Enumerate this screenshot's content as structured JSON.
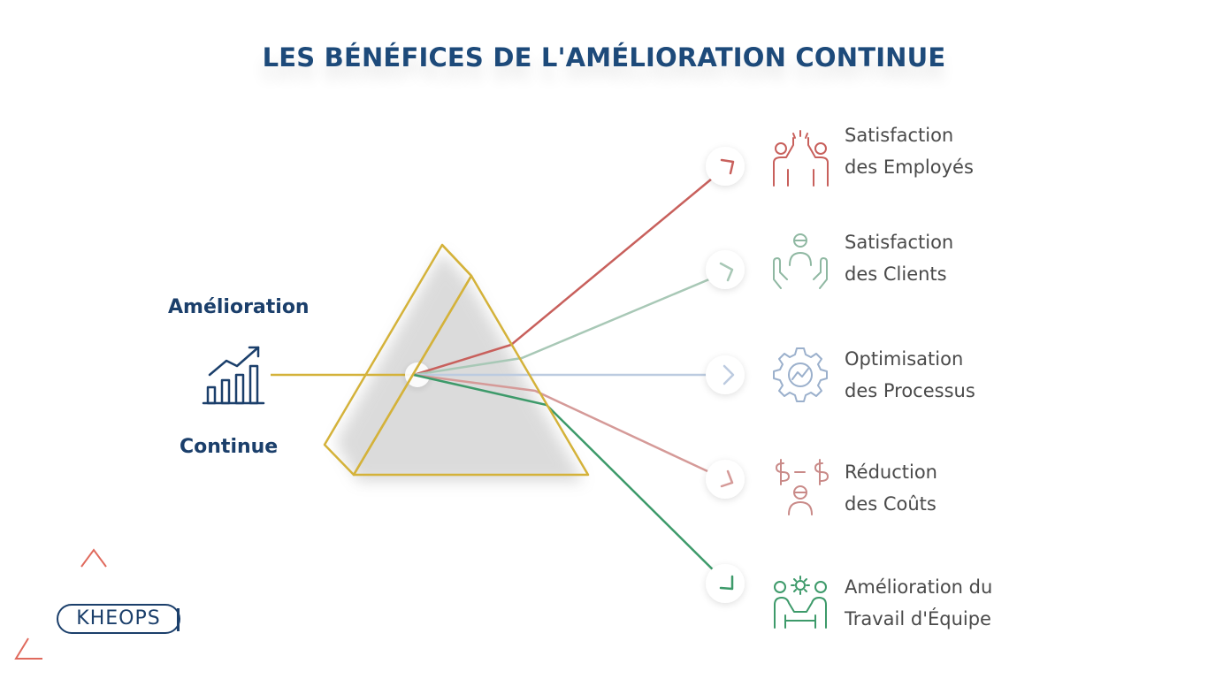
{
  "title": "LES BÉNÉFICES DE L'AMÉLIORATION CONTINUE",
  "input_label_top": "Amélioration",
  "input_label_bottom": "Continue",
  "benefits": [
    {
      "line1": "Satisfaction",
      "line2": "des Employés",
      "icon": "high-five-icon",
      "color": "#c8605c"
    },
    {
      "line1": "Satisfaction",
      "line2": "des Clients",
      "icon": "customer-care-icon",
      "color": "#8fb8a2"
    },
    {
      "line1": "Optimisation",
      "line2": "des Processus",
      "icon": "process-gear-icon",
      "color": "#9bb0cc"
    },
    {
      "line1": "Réduction",
      "line2": "des Coûts",
      "icon": "cost-reduction-icon",
      "color": "#c98a88"
    },
    {
      "line1": "Amélioration du",
      "line2": "Travail d'Équipe",
      "icon": "teamwork-icon",
      "color": "#3d9a6a"
    }
  ],
  "colors": {
    "title": "#1d4a7a",
    "prism": "#d4b23a",
    "input_beam": "#d4b23a",
    "navy": "#1b3f6b",
    "accent_red": "#e06a5d"
  },
  "logo_text": "KHEOPS"
}
